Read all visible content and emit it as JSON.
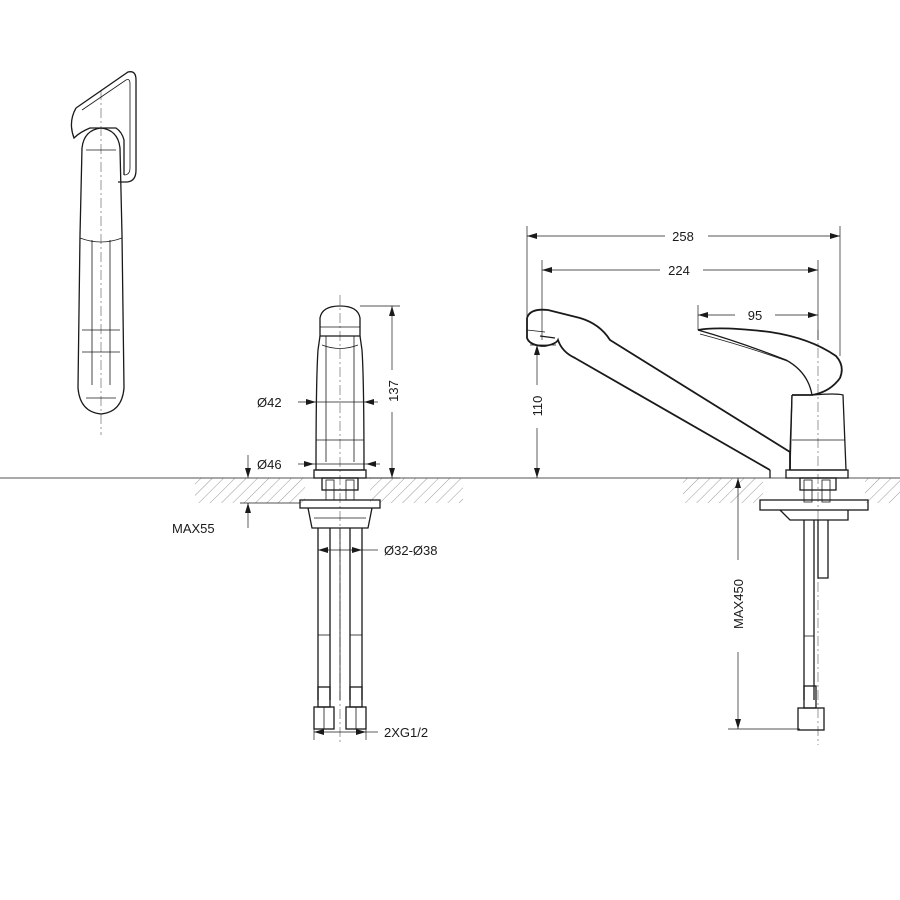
{
  "dimensions": {
    "overall_reach": "258",
    "spout_reach": "224",
    "handle_length": "95",
    "spout_height": "110",
    "body_height": "137",
    "body_diameter": "Ø42",
    "base_diameter": "Ø46",
    "max_counter_thickness": "MAX55",
    "mounting_hole": "Ø32-Ø38",
    "connection": "2XG1/2",
    "hose_length": "MAX450"
  }
}
